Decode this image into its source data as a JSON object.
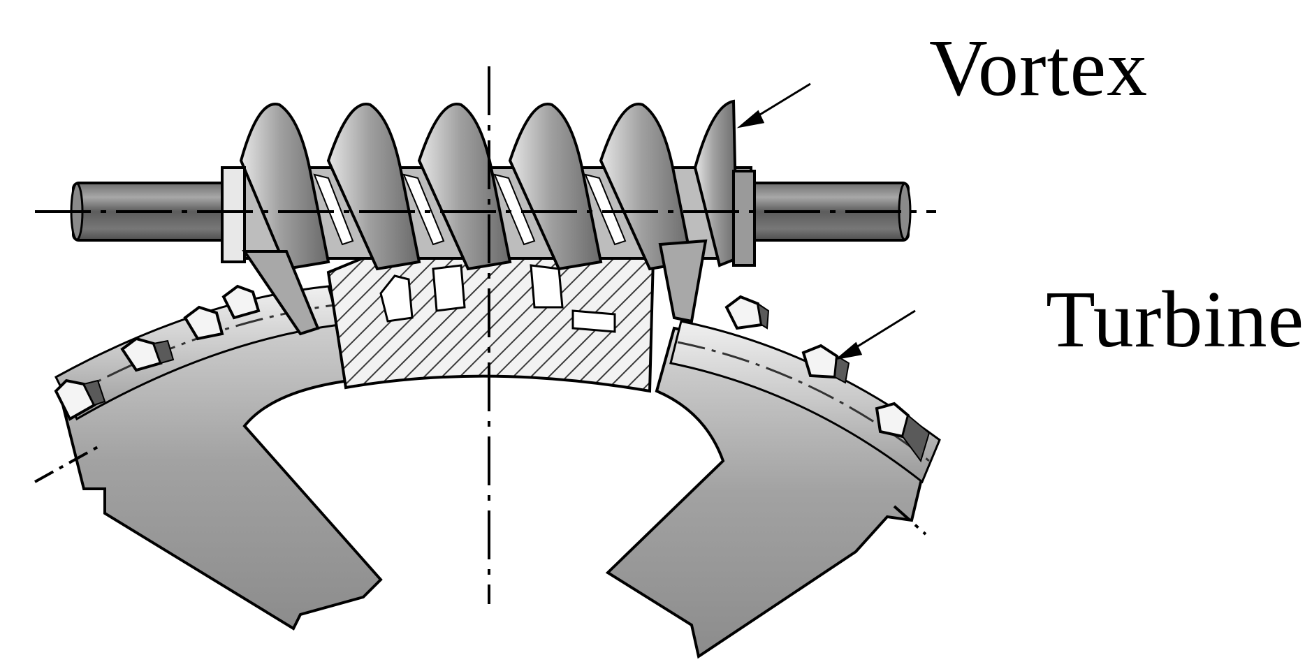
{
  "figure": {
    "labels": {
      "vortex": "Vortex",
      "turbine": "Turbine"
    },
    "colors": {
      "line": "#000000",
      "metal_dark": "#5a5a5a",
      "metal_mid": "#9a9a9a",
      "metal_light": "#e2e2e2",
      "hatch": "#3a3a3a",
      "background": "#ffffff"
    },
    "parts": [
      "worm-shaft",
      "worm-thread",
      "worm-wheel",
      "hatched-section",
      "center-axis"
    ]
  }
}
